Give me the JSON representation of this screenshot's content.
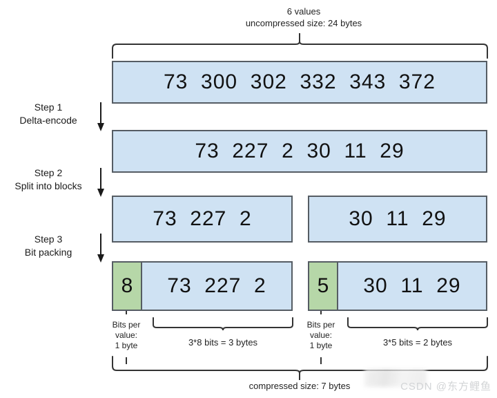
{
  "diagram": {
    "top_caption_line1": "6 values",
    "top_caption_line2": "uncompressed size: 24 bytes",
    "bottom_caption": "compressed size: 7 bytes",
    "colors": {
      "value_box_fill": "#cfe2f3",
      "bitwidth_cell_fill": "#b6d7a8",
      "box_border": "#555c63",
      "background": "#ffffff",
      "text": "#1a1a1a",
      "watermark": "#d2d4d6"
    },
    "steps": [
      {
        "number": "Step 1",
        "name": "Delta-encode"
      },
      {
        "number": "Step 2",
        "name": "Split into blocks"
      },
      {
        "number": "Step 3",
        "name": "Bit packing"
      }
    ],
    "rows": [
      {
        "id": "original-values",
        "blocks": [
          {
            "values": "73  300  302  332  343  372"
          }
        ]
      },
      {
        "id": "delta-encoded",
        "blocks": [
          {
            "values": "73  227  2  30  11  29"
          }
        ]
      },
      {
        "id": "split-blocks",
        "blocks": [
          {
            "values": "73  227  2"
          },
          {
            "values": "30  11  29"
          }
        ]
      },
      {
        "id": "bit-packed",
        "blocks": [
          {
            "bit_width": "8",
            "values": "73  227  2"
          },
          {
            "bit_width": "5",
            "values": "30  11  29"
          }
        ]
      }
    ],
    "annotations": {
      "bits_per_value_left": "Bits per\nvalue:\n1 byte",
      "bits_per_value_left_l1": "Bits per",
      "bits_per_value_left_l2": "value:",
      "bits_per_value_left_l3": "1 byte",
      "bits_per_value_right_l1": "Bits per",
      "bits_per_value_right_l2": "value:",
      "bits_per_value_right_l3": "1 byte",
      "payload_size_left": "3*8 bits = 3 bytes",
      "payload_size_right": "3*5 bits = 2 bytes"
    }
  },
  "watermark": {
    "text": "CSDN @东方鲤鱼"
  }
}
